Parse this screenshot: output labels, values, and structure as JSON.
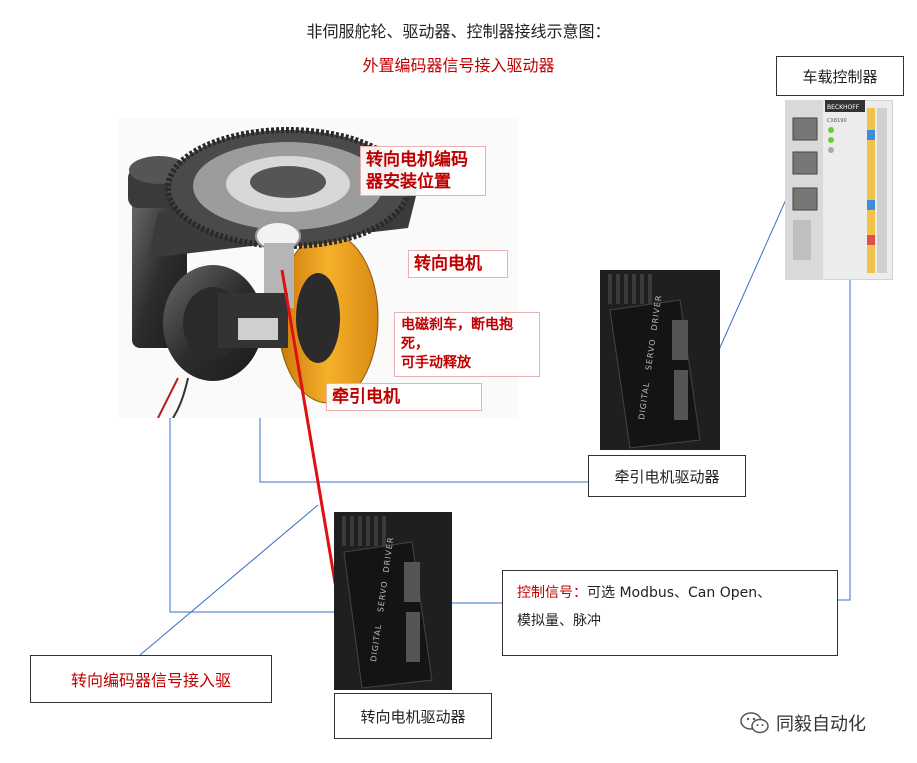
{
  "title": "非伺服舵轮、驱动器、控制器接线示意图：",
  "subtitle": "外置编码器信号接入驱动器",
  "colors": {
    "accent_red": "#c00000",
    "signal_line": "#3a6fc4",
    "red_wire": "#e01010",
    "wheel_orange": "#f2a51c"
  },
  "callouts": {
    "steer_encoder_line1": "转向电机编码",
    "steer_encoder_line2": "器安装位置",
    "steer_motor": "转向电机",
    "brake_line1": "电磁刹车，断电抱死，",
    "brake_line2": "可手动释放",
    "traction_motor": "牵引电机"
  },
  "boxes": {
    "vehicle_controller": "车载控制器",
    "traction_driver": "牵引电机驱动器",
    "steering_driver": "转向电机驱动器",
    "encoder_signal": "转向编码器信号接入驱"
  },
  "signal_box": {
    "label": "控制信号：",
    "line1_rest": "可选 Modbus、Can Open、",
    "line2": "模拟量、脉冲"
  },
  "driver_text": {
    "digital": "DIGITAL",
    "servo": "SERVO",
    "driver": "DRIVER"
  },
  "plc": {
    "brand": "BECKHOFF",
    "model": "CX8190"
  },
  "watermark": {
    "icon": "wechat-icon",
    "text": "同毅自动化"
  }
}
